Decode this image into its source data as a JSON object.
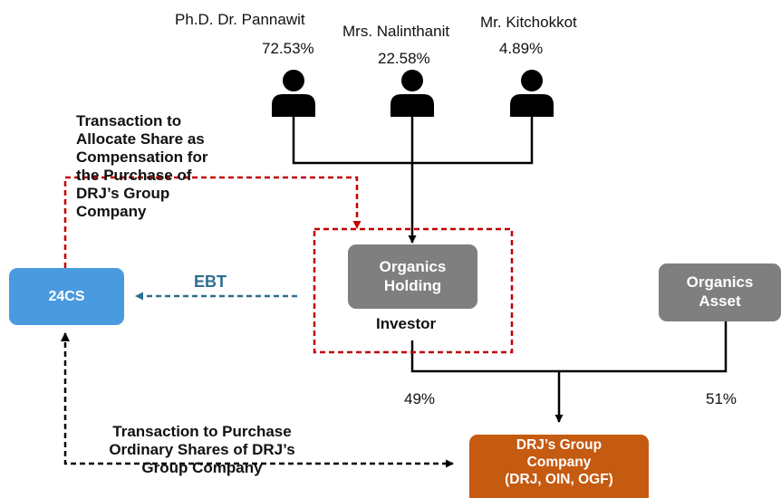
{
  "shareholders": [
    {
      "name": "Ph.D. Dr. Pannawit",
      "percent": "72.53%",
      "icon": "person-icon"
    },
    {
      "name": "Mrs. Nalinthanit",
      "percent": "22.58%",
      "icon": "person-icon"
    },
    {
      "name": "Mr. Kitchokkot",
      "percent": "4.89%",
      "icon": "person-icon"
    }
  ],
  "notes": {
    "allocate_line1": "Transaction to",
    "allocate_line2": "Allocate Share as",
    "allocate_line3": "Compensation for",
    "allocate_line4": "the Purchase of",
    "allocate_line5": "DRJ’s Group",
    "allocate_line6": "Company",
    "purchase_line1": "Transaction to Purchase",
    "purchase_line2": "Ordinary Shares of DRJ’s",
    "purchase_line3": "Group Company"
  },
  "entities": {
    "cs24": "24CS",
    "organics_holding_line1": "Organics",
    "organics_holding_line2": "Holding",
    "investor": "Investor",
    "organics_asset_line1": "Organics",
    "organics_asset_line2": "Asset",
    "drj_line1": "DRJ’s Group",
    "drj_line2": "Company",
    "drj_line3": "(DRJ, OIN, OGF)"
  },
  "edges": {
    "ebt": "EBT",
    "holding_percent": "49%",
    "asset_percent": "51%"
  },
  "colors": {
    "gray_box": "#7f7f7f",
    "blue_box": "#4a9ae0",
    "orange_box": "#c55a11",
    "red_dashed": "#c00000",
    "ebt_arrow": "#2e6e8e"
  }
}
